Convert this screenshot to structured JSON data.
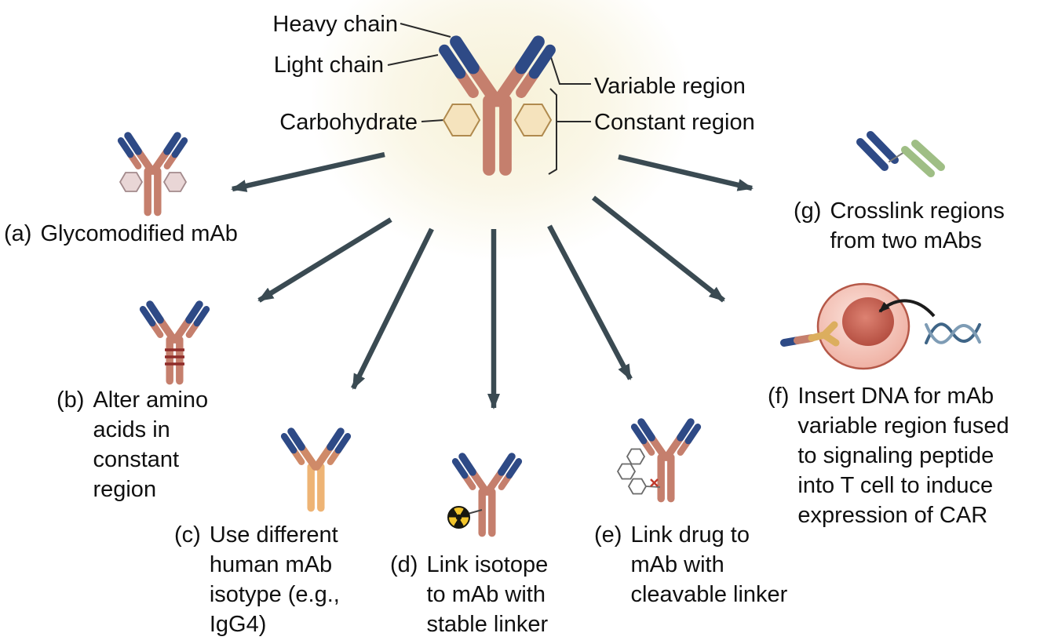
{
  "figure": {
    "central_antibody": {
      "heavy_chain_label": "Heavy chain",
      "light_chain_label": "Light chain",
      "carbohydrate_label": "Carbohydrate",
      "variable_region_label": "Variable region",
      "constant_region_label": "Constant region"
    },
    "strategies": [
      {
        "letter": "(a)",
        "text": "Glycomodified mAb"
      },
      {
        "letter": "(b)",
        "text": "Alter amino acids in constant region"
      },
      {
        "letter": "(c)",
        "text": "Use different human mAb isotype (e.g., IgG4)"
      },
      {
        "letter": "(d)",
        "text": "Link isotope to mAb with stable linker"
      },
      {
        "letter": "(e)",
        "text": "Link drug to mAb with cleavable linker"
      },
      {
        "letter": "(f)",
        "text": "Insert DNA for mAb variable region fused to signaling peptide into T cell to induce expression of CAR"
      },
      {
        "letter": "(g)",
        "text": "Crosslink regions from two mAbs"
      }
    ],
    "colors": {
      "variable_region_blue": "#2e4a86",
      "constant_region_salmon": "#c57f6d",
      "igg4_isotype_orange": "#eeb475",
      "carbohydrate_tan": "#f5e3bd",
      "glyco_hexagon_pink": "#e9d6d6",
      "crosslink_green": "#9fbe85",
      "arrow_slate": "#3a4a52",
      "radioisotope_yellow": "#f2c52c",
      "t_cell_pink": "#f0b5a8",
      "dna_blue": "#3f6587"
    }
  }
}
